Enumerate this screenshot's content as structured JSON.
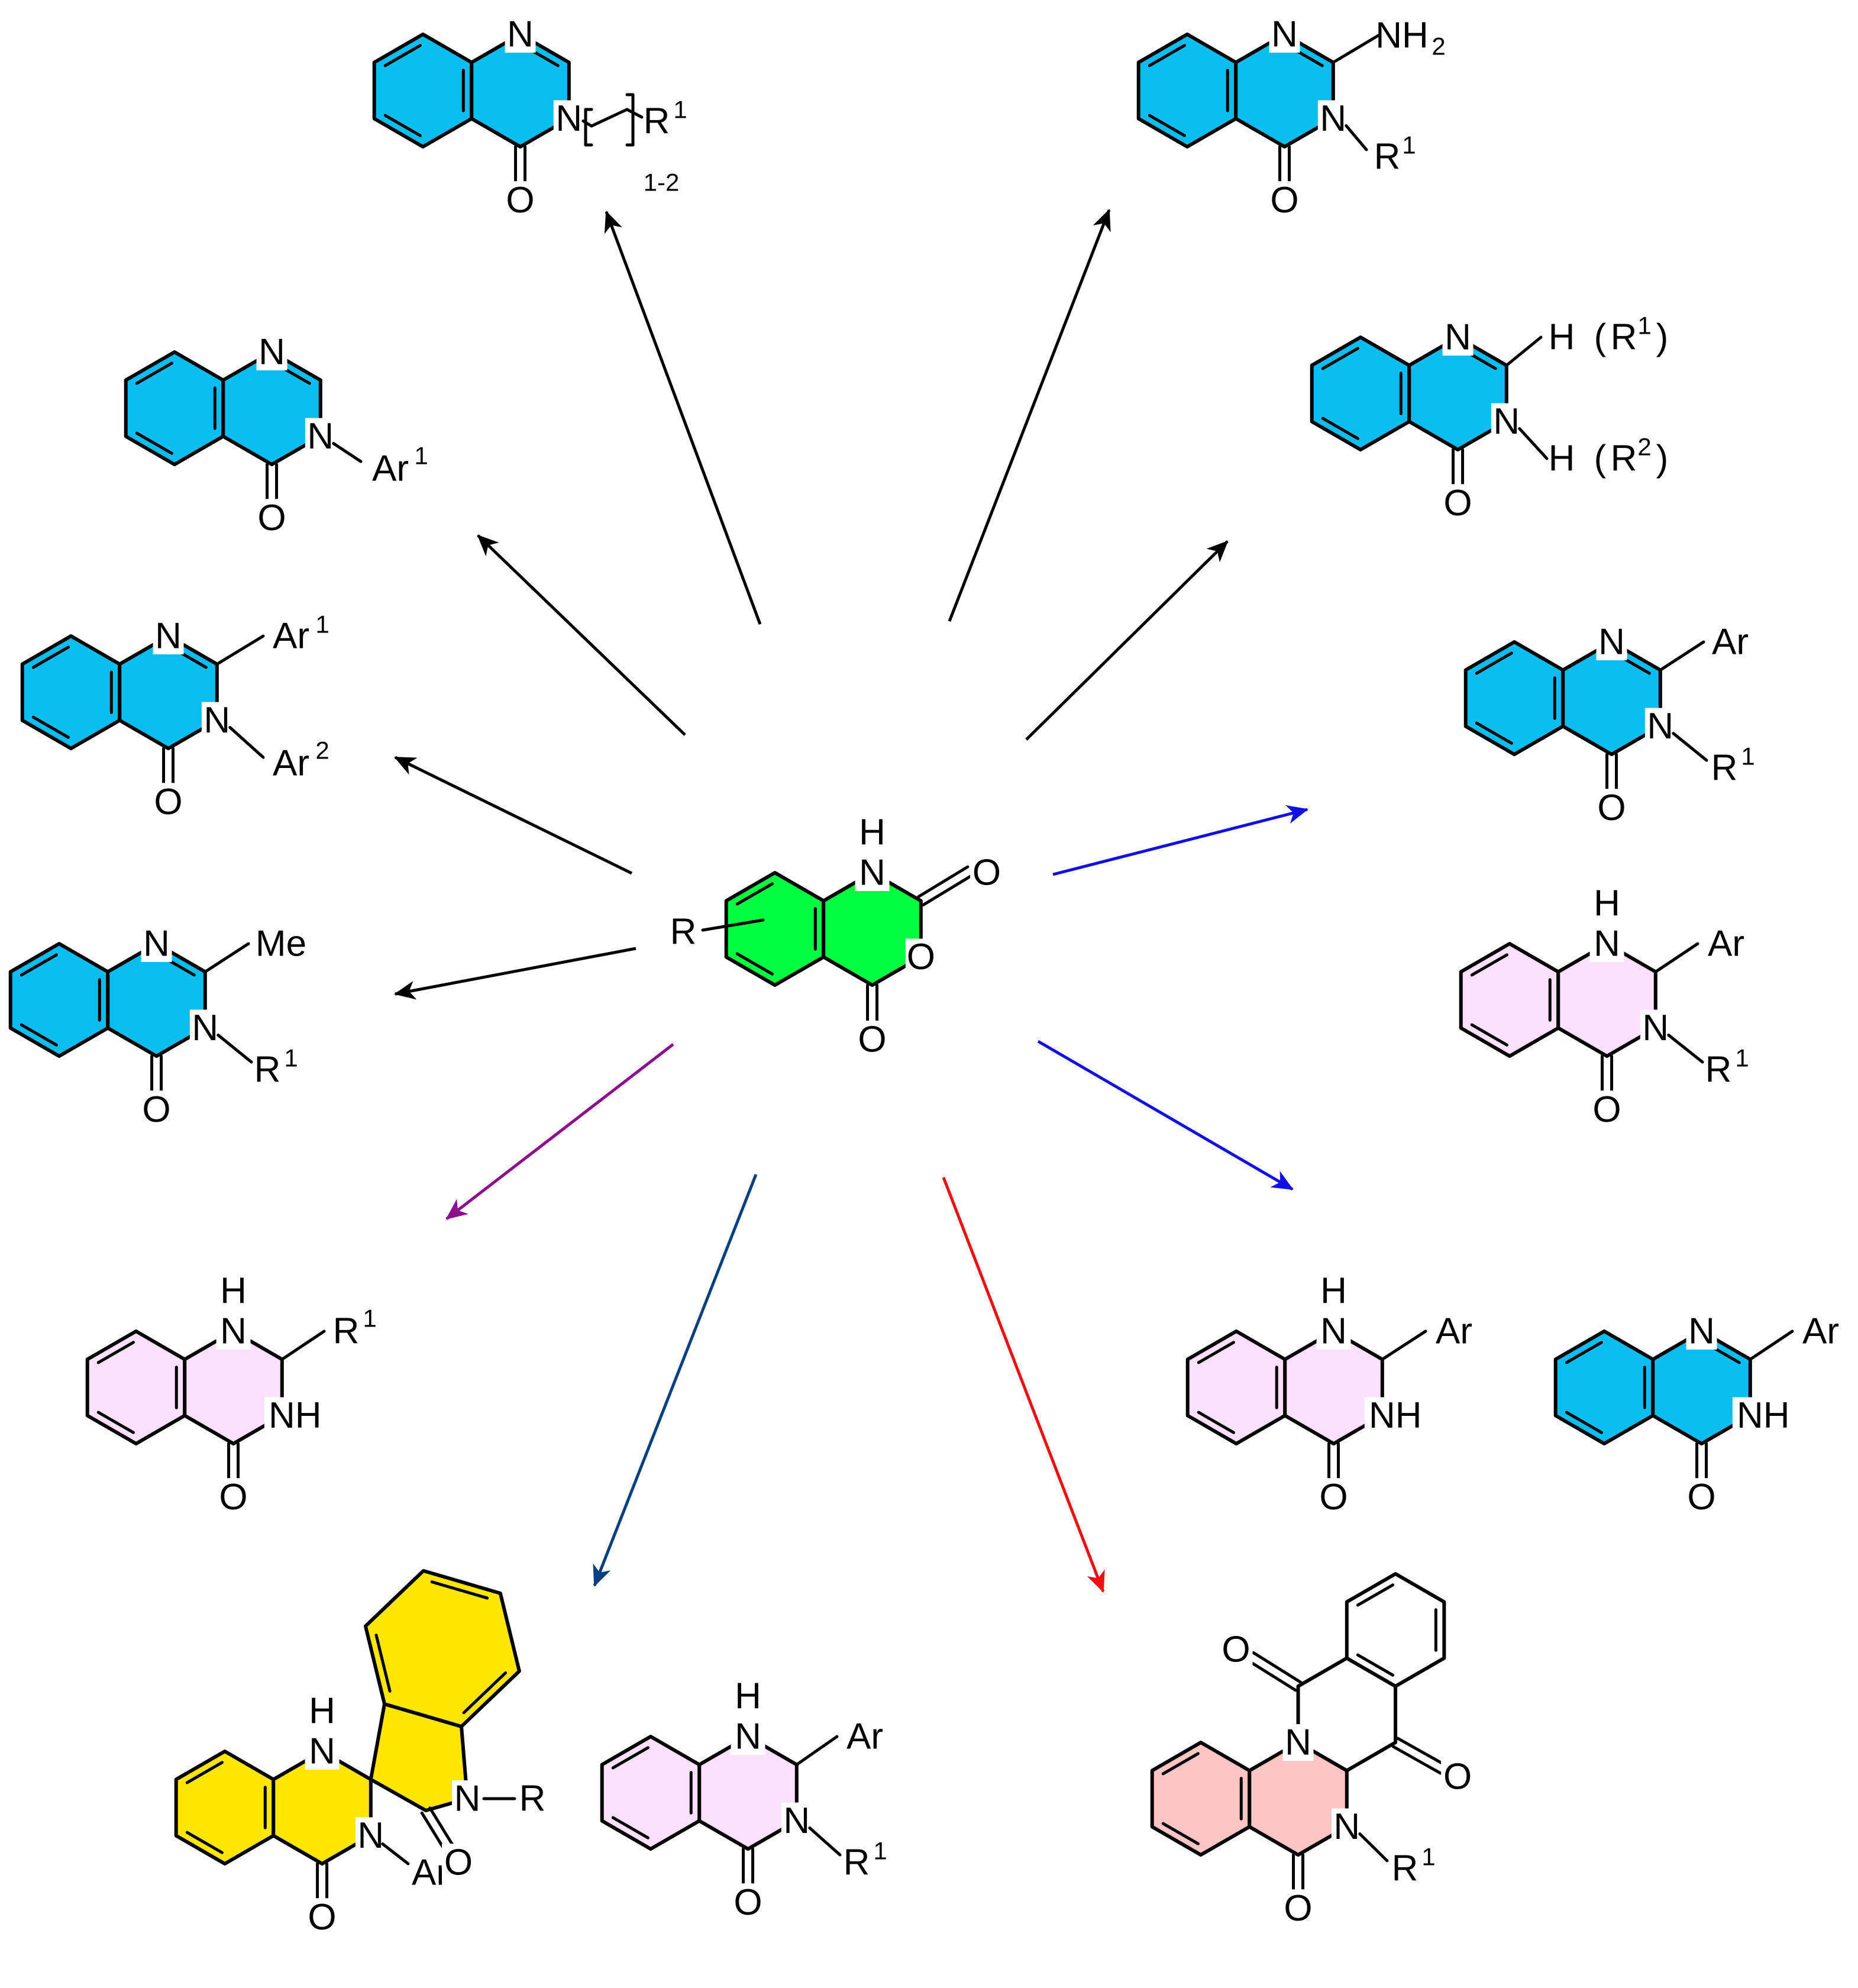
{
  "colors": {
    "quinazolinone": "#08bdf0",
    "dihydro": "#fde0fd",
    "spiro": "#ffe600",
    "fused": "#fbc5c5",
    "start": "#00ff40",
    "arrow_black": "#000000",
    "arrow_blue": "#1010e6",
    "arrow_purple": "#8b0f8b",
    "arrow_navy": "#0a3f7f",
    "arrow_red": "#ee1010"
  },
  "center": {
    "substituent": "R",
    "atoms": {
      "nh": "H",
      "n": "N",
      "o_ring": "O",
      "o_carbonyl_top": "O",
      "o_carbonyl_bottom": "O"
    }
  },
  "labels": {
    "N": "N",
    "O": "O",
    "H": "H",
    "NH": "NH",
    "NH2": "NH",
    "two": "2",
    "one": "1",
    "R": "R",
    "Ar": "Ar",
    "Me": "Me",
    "range": "1-2",
    "bracket_open": "(",
    "bracket_close": ")"
  }
}
